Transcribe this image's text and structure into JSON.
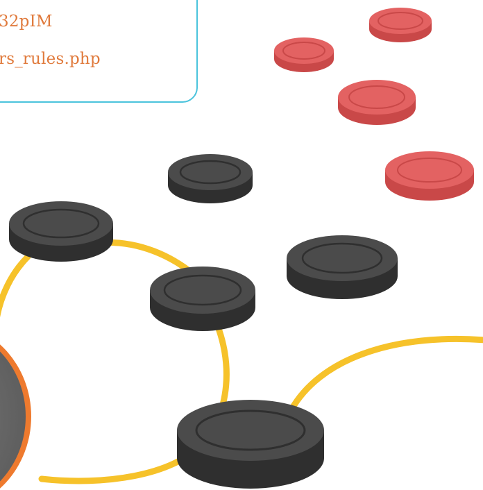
{
  "info_box": {
    "line1": "32pIM",
    "line2": "rs_rules.php"
  },
  "colors": {
    "box_border": "#4ac3dc",
    "link_text": "#e07a3c",
    "path": "#f6c22a",
    "dark_piece": "#4b4b4b",
    "dark_piece_side": "#2f2f2f",
    "red_piece": "#e36262",
    "red_piece_side": "#c94848",
    "big_disc_fill": "#6a6a6a",
    "big_disc_rim": "#ee7a2e"
  },
  "icons": {
    "red_pieces": [
      "red-checker-piece",
      "red-checker-piece",
      "red-checker-piece",
      "red-checker-piece"
    ],
    "dark_pieces": [
      "dark-checker-piece",
      "dark-checker-piece",
      "dark-checker-piece",
      "dark-checker-piece",
      "dark-checker-piece"
    ]
  }
}
